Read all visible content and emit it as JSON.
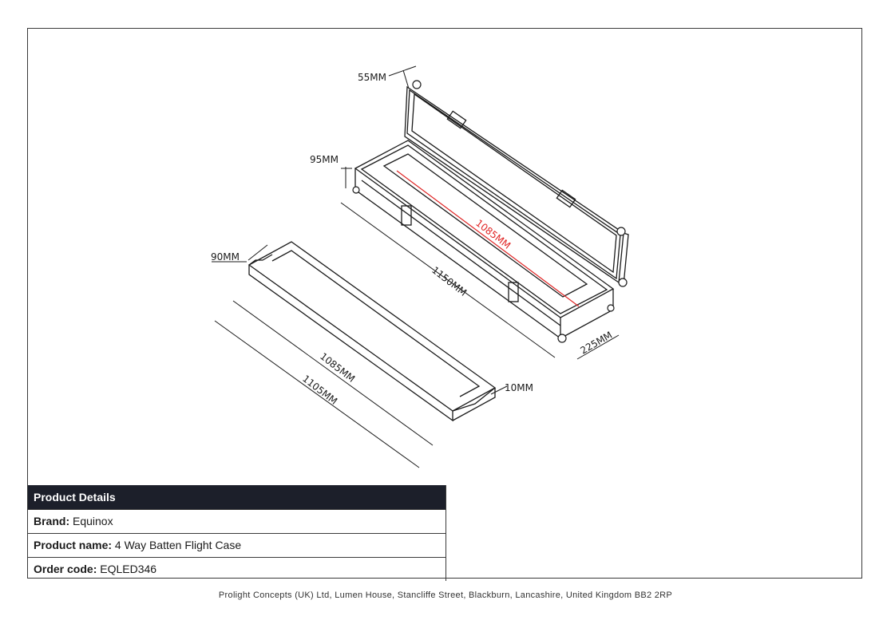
{
  "drawing": {
    "dimensions": {
      "lid_height": "55MM",
      "base_height": "95MM",
      "tray_height": "90MM",
      "inner_length_red": "1085MM",
      "outer_length": "1150MM",
      "width": "225MM",
      "tray_inner_length": "1085MM",
      "tray_outer_length": "1105MM",
      "tray_lip": "10MM"
    },
    "colors": {
      "line": "#1a1a1a",
      "accent": "#e02424"
    }
  },
  "details": {
    "header": "Product Details",
    "rows": [
      {
        "label": "Brand:",
        "value": "Equinox"
      },
      {
        "label": "Product name:",
        "value": "4 Way Batten Flight Case"
      },
      {
        "label": "Order code:",
        "value": "EQLED346"
      }
    ]
  },
  "footer": {
    "address": "Prolight Concepts (UK) Ltd, Lumen House, Stancliffe Street, Blackburn, Lancashire, United Kingdom BB2 2RP"
  },
  "colors": {
    "header_bg": "#1c1f2a",
    "border": "#3a3a3a"
  }
}
